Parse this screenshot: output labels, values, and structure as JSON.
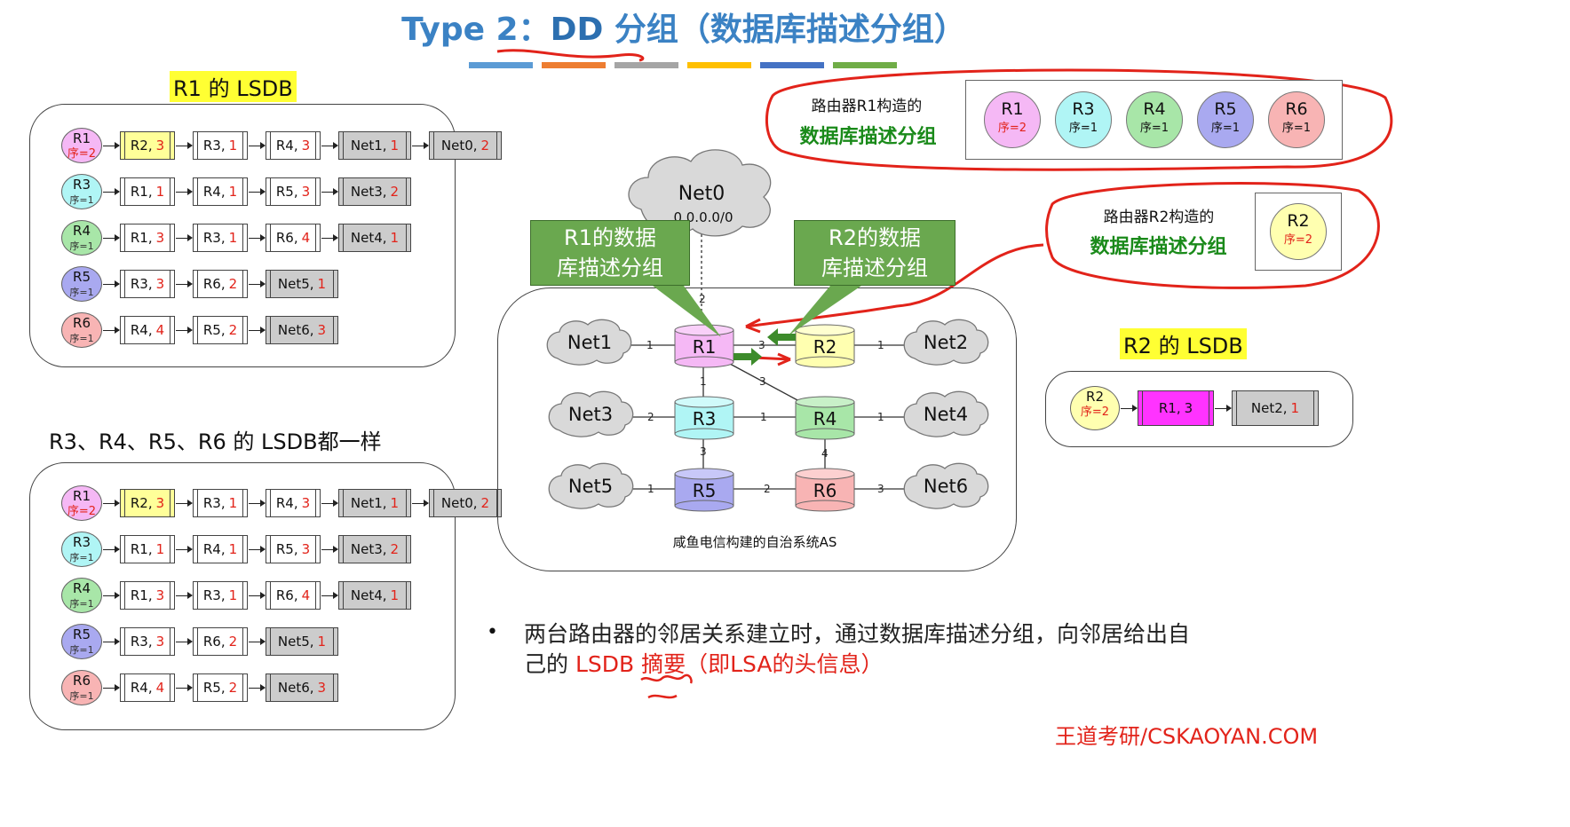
{
  "title": {
    "prefix": "Type 2：",
    "keyword": "DD",
    "rest": " 分组（数据库描述分组）"
  },
  "watermark_bottom": "王道考研/CSKAOYAN.COM",
  "colors": {
    "title_blue": "#3b82c4",
    "accent_red": "#e2231a",
    "callout_green": "#6aa84f",
    "label_green": "#1a8a1a",
    "highlight": "#ffff33"
  },
  "color_bars": [
    "#5b9bd5",
    "#ed7d31",
    "#a5a5a5",
    "#ffc000",
    "#4472c4",
    "#70ad47"
  ],
  "r1_lsdb": {
    "heading": "R1 的 LSDB",
    "rows": [
      {
        "router": "R1",
        "seq": "序=2",
        "items": [
          {
            "name": "R2,",
            "cost": "3"
          },
          {
            "name": "R3,",
            "cost": "1"
          },
          {
            "name": "R4,",
            "cost": "3"
          },
          {
            "name": "Net1,",
            "cost": "1"
          },
          {
            "name": "Net0,",
            "cost": "2"
          }
        ]
      },
      {
        "router": "R3",
        "seq": "序=1",
        "items": [
          {
            "name": "R1,",
            "cost": "1"
          },
          {
            "name": "R4,",
            "cost": "1"
          },
          {
            "name": "R5,",
            "cost": "3"
          },
          {
            "name": "Net3,",
            "cost": "2"
          }
        ]
      },
      {
        "router": "R4",
        "seq": "序=1",
        "items": [
          {
            "name": "R1,",
            "cost": "3"
          },
          {
            "name": "R3,",
            "cost": "1"
          },
          {
            "name": "R6,",
            "cost": "4"
          },
          {
            "name": "Net4,",
            "cost": "1"
          }
        ]
      },
      {
        "router": "R5",
        "seq": "序=1",
        "items": [
          {
            "name": "R3,",
            "cost": "3"
          },
          {
            "name": "R6,",
            "cost": "2"
          },
          {
            "name": "Net5,",
            "cost": "1"
          }
        ]
      },
      {
        "router": "R6",
        "seq": "序=1",
        "items": [
          {
            "name": "R4,",
            "cost": "4"
          },
          {
            "name": "R5,",
            "cost": "2"
          },
          {
            "name": "Net6,",
            "cost": "3"
          }
        ]
      }
    ]
  },
  "same_lsdb_heading": "R3、R4、R5、R6 的 LSDB都一样",
  "lower_lsdb": {
    "rows": [
      {
        "router": "R1",
        "seq": "序=2",
        "items": [
          {
            "name": "R2,",
            "cost": "3"
          },
          {
            "name": "R3,",
            "cost": "1"
          },
          {
            "name": "R4,",
            "cost": "3"
          },
          {
            "name": "Net1,",
            "cost": "1"
          },
          {
            "name": "Net0,",
            "cost": "2"
          }
        ]
      },
      {
        "router": "R3",
        "seq": "序=1",
        "items": [
          {
            "name": "R1,",
            "cost": "1"
          },
          {
            "name": "R4,",
            "cost": "1"
          },
          {
            "name": "R5,",
            "cost": "3"
          },
          {
            "name": "Net3,",
            "cost": "2"
          }
        ]
      },
      {
        "router": "R4",
        "seq": "序=1",
        "items": [
          {
            "name": "R1,",
            "cost": "3"
          },
          {
            "name": "R3,",
            "cost": "1"
          },
          {
            "name": "R6,",
            "cost": "4"
          },
          {
            "name": "Net4,",
            "cost": "1"
          }
        ]
      },
      {
        "router": "R5",
        "seq": "序=1",
        "items": [
          {
            "name": "R3,",
            "cost": "3"
          },
          {
            "name": "R6,",
            "cost": "2"
          },
          {
            "name": "Net5,",
            "cost": "1"
          }
        ]
      },
      {
        "router": "R6",
        "seq": "序=1",
        "items": [
          {
            "name": "R4,",
            "cost": "4"
          },
          {
            "name": "R5,",
            "cost": "2"
          },
          {
            "name": "Net6,",
            "cost": "3"
          }
        ]
      }
    ]
  },
  "network": {
    "caption": "咸鱼电信构建的自治系统AS",
    "net0": {
      "name": "Net0",
      "addr": "0.0.0.0/0"
    },
    "callout_r1": "R1的数据库描述分组",
    "callout_r2": "R2的数据库描述分组",
    "routers": [
      "R1",
      "R2",
      "R3",
      "R4",
      "R5",
      "R6"
    ],
    "nets": [
      "Net1",
      "Net2",
      "Net3",
      "Net4",
      "Net5",
      "Net6"
    ],
    "costs": {
      "net0_r1": "2",
      "net1_r1": "1",
      "r1_r2": "3",
      "r2_net2": "1",
      "r1_r3": "1",
      "r1_r4": "3",
      "net3_r3": "2",
      "r3_r4": "1",
      "r4_net4": "1",
      "r3_r5": "3",
      "r4_r6": "4",
      "net5_r5": "1",
      "r5_r6": "2",
      "r6_net6": "3"
    }
  },
  "dd_r1": {
    "label_line1": "路由器R1构造的",
    "label_line2": "数据库描述分组",
    "entries": [
      {
        "router": "R1",
        "seq": "序=2"
      },
      {
        "router": "R3",
        "seq": "序=1"
      },
      {
        "router": "R4",
        "seq": "序=1"
      },
      {
        "router": "R5",
        "seq": "序=1"
      },
      {
        "router": "R6",
        "seq": "序=1"
      }
    ]
  },
  "dd_r2": {
    "label_line1": "路由器R2构造的",
    "label_line2": "数据库描述分组",
    "entries": [
      {
        "router": "R2",
        "seq": "序=2"
      }
    ]
  },
  "r2_lsdb": {
    "heading": "R2 的 LSDB",
    "router": "R2",
    "seq": "序=2",
    "items": [
      {
        "name": "R1,",
        "cost": "3"
      },
      {
        "name": "Net2,",
        "cost": "1"
      }
    ]
  },
  "bullet": {
    "line1": "两台路由器的邻居关系建立时，通过数据库描述分组，向邻居给出自",
    "line2_a": "己的 ",
    "line2_b": "LSDB 摘要",
    "line2_c": "（即LSA的头信息）"
  }
}
